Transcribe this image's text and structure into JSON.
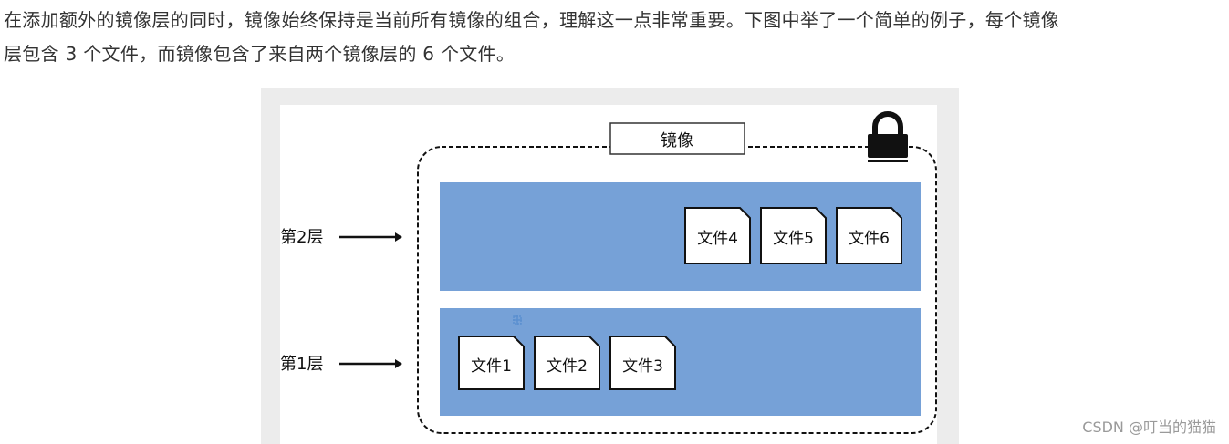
{
  "paragraph": {
    "line1": "在添加额外的镜像层的同时，镜像始终保持是当前所有镜像的组合，理解这一点非常重要。下图中举了一个简单的例子，每个镜像",
    "line2": "层包含 3 个文件，而镜像包含了来自两个镜像层的 6 个文件。"
  },
  "diagram": {
    "image_label": "镜像",
    "icon": "lock-icon",
    "layer_color": "#76a1d7",
    "layers": [
      {
        "label": "第2层",
        "files": [
          "文件4",
          "文件5",
          "文件6"
        ]
      },
      {
        "label": "第1层",
        "files": [
          "文件1",
          "文件2",
          "文件3"
        ]
      }
    ]
  },
  "watermark": "CSDN @叮当的猫猫"
}
